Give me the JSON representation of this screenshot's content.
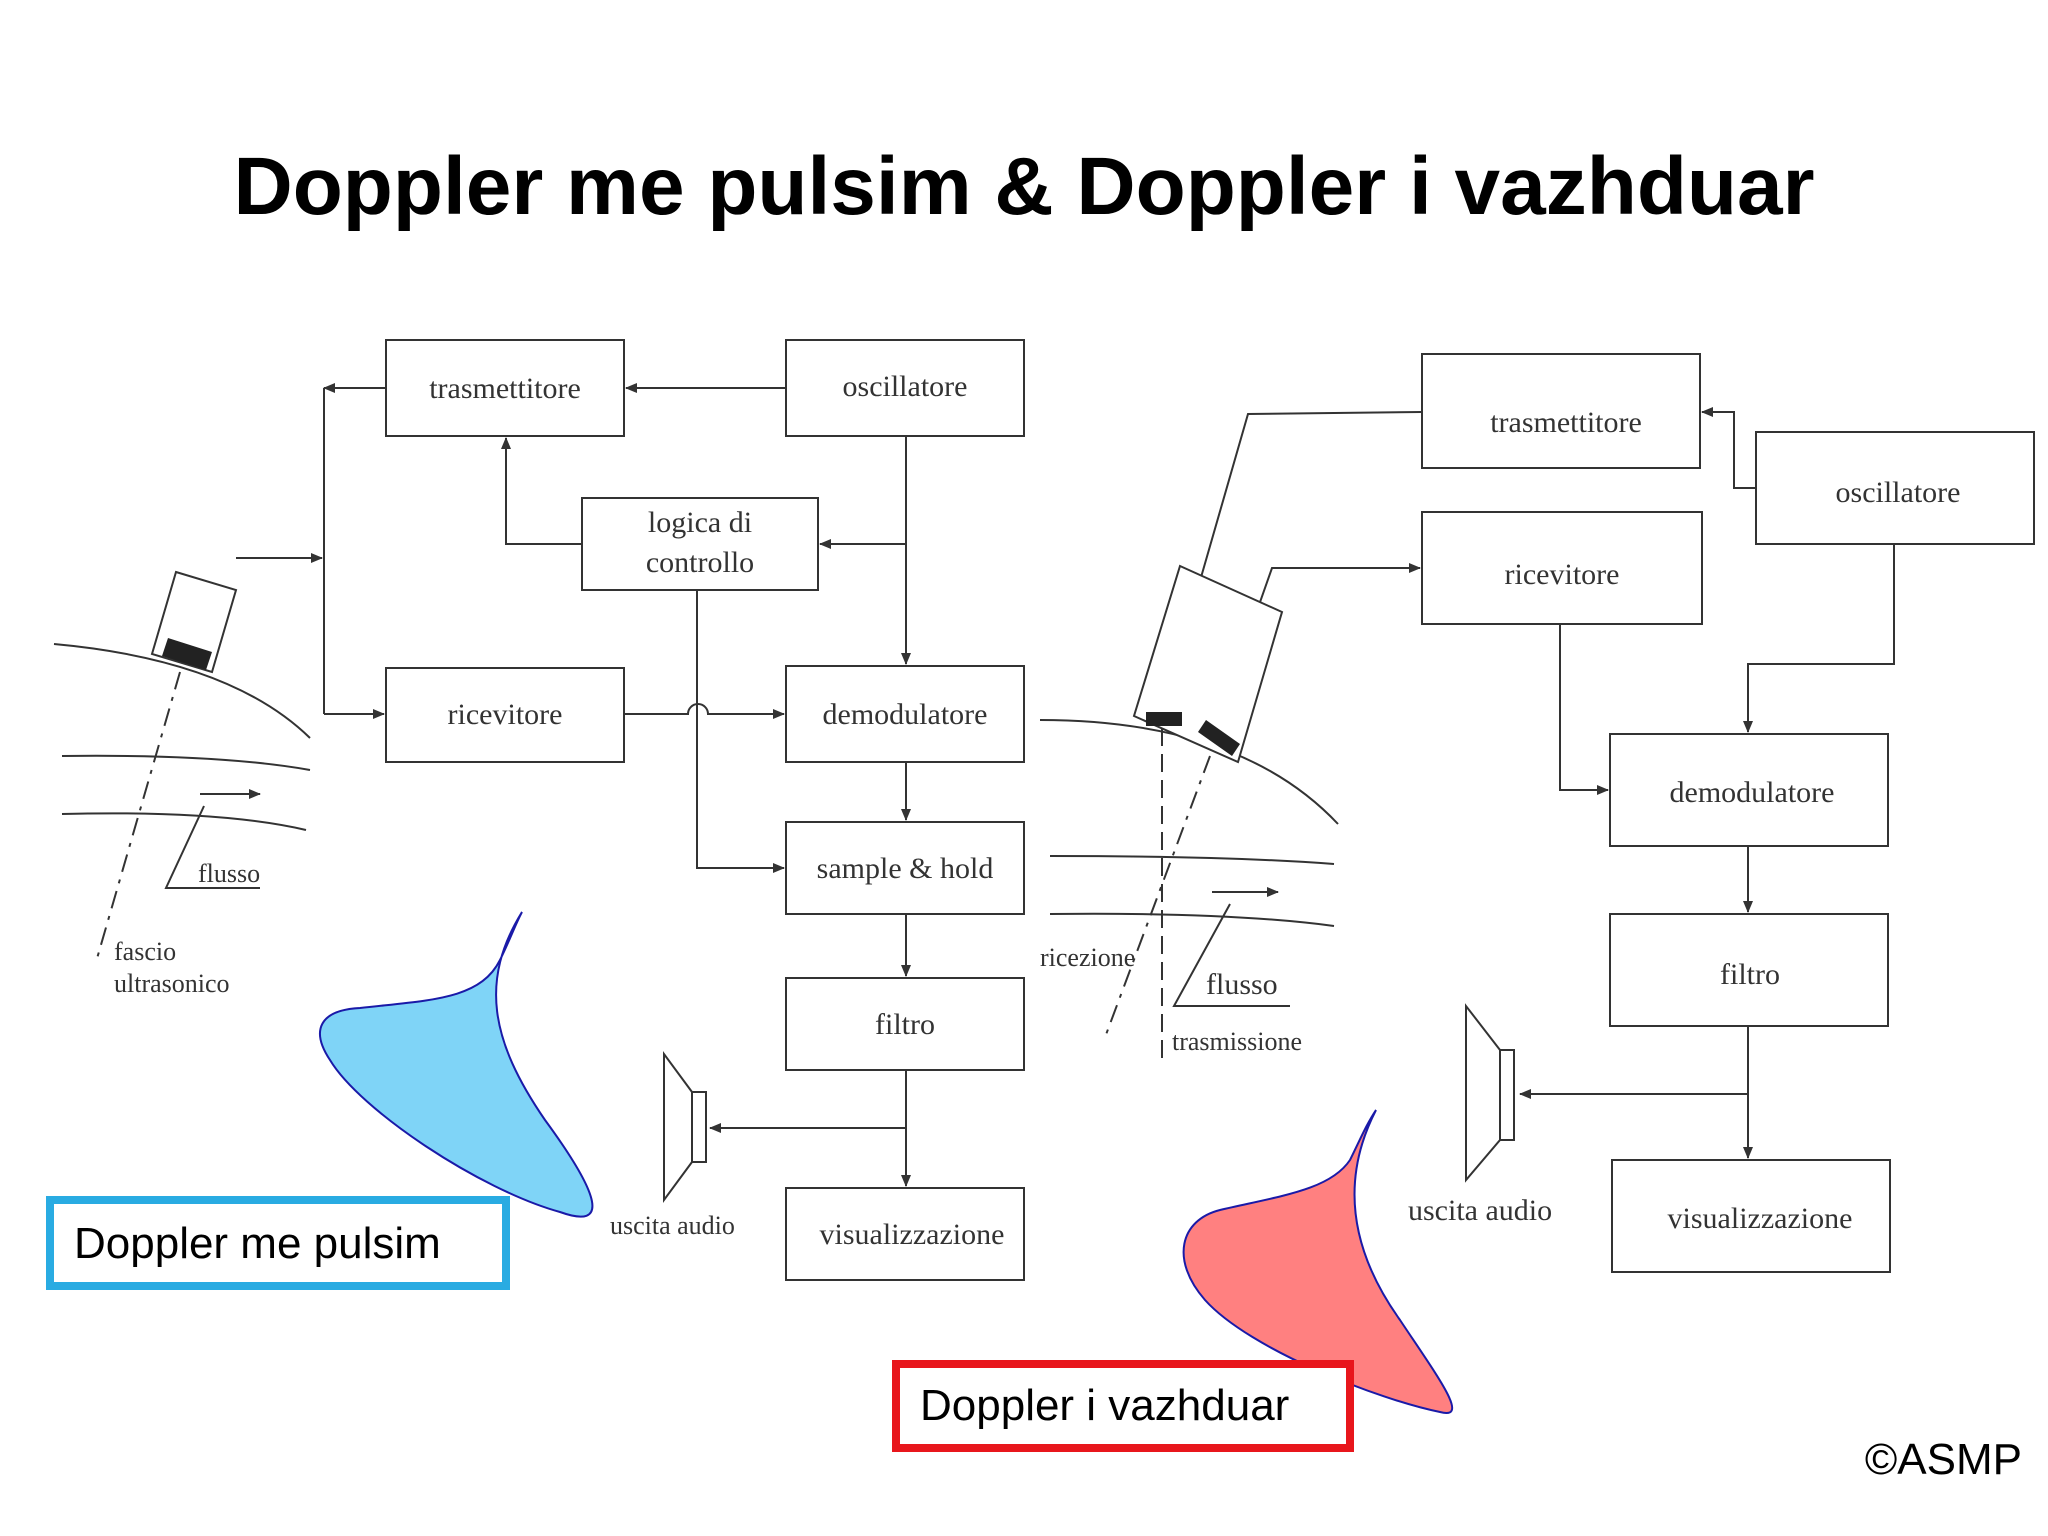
{
  "title": "Doppler me pulsim & Doppler i vazhduar",
  "colors": {
    "pulsed_accent": "#29abe2",
    "pulsed_fill": "#7fd4f7",
    "continuous_accent": "#e8161c",
    "continuous_fill": "#ff8080",
    "callout_outline": "#1a1aa8"
  },
  "pulsed": {
    "caption": "Doppler me pulsim",
    "boxes": {
      "trasmettitore": "trasmettitore",
      "oscillatore": "oscillatore",
      "logica1": "logica di",
      "logica2": "controllo",
      "ricevitore": "ricevitore",
      "demodulatore": "demodulatore",
      "sample": "sample & hold",
      "filtro": "filtro",
      "visualizzazione": "visualizzazione"
    },
    "labels": {
      "flusso": "flusso",
      "fascio": "fascio",
      "ultrasonico": "ultrasonico",
      "uscita_audio": "uscita audio"
    }
  },
  "continuous": {
    "caption": "Doppler i vazhduar",
    "boxes": {
      "trasmettitore": "trasmettitore",
      "oscillatore": "oscillatore",
      "ricevitore": "ricevitore",
      "demodulatore": "demodulatore",
      "filtro": "filtro",
      "visualizzazione": "visualizzazione"
    },
    "labels": {
      "ricezione": "ricezione",
      "flusso": "flusso",
      "trasmissione": "trasmissione",
      "uscita_audio": "uscita audio"
    }
  },
  "copyright": "©ASMP"
}
